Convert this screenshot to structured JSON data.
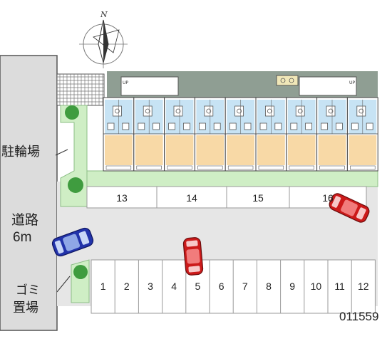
{
  "compass": {
    "north_label": "N",
    "icon": "compass-rose-icon"
  },
  "labels": {
    "bicycle_parking": "駐輪場",
    "road_line1": "道路",
    "road_line2": "6m",
    "garbage_line1": "ゴミ",
    "garbage_line2": "置場",
    "property_id": "011559"
  },
  "stair_labels": [
    "UP",
    "UP"
  ],
  "upper_slots": [
    "13",
    "14",
    "15",
    "16"
  ],
  "lower_slots": [
    "1",
    "2",
    "3",
    "4",
    "5",
    "6",
    "7",
    "8",
    "9",
    "10",
    "11",
    "12"
  ],
  "cars": [
    {
      "name": "blue-car",
      "color": "#2233aa"
    },
    {
      "name": "red-car",
      "color": "#cc1a1a"
    }
  ],
  "colors": {
    "road": "#dcdcdc",
    "greenery": "#cfeec5",
    "shrub": "#3f9c3f",
    "building_shadow": "#8f9e93",
    "unit_floor": "#f8d9a6",
    "unit_blue": "#c7e3f4",
    "parking_line": "#9a9a9a"
  }
}
